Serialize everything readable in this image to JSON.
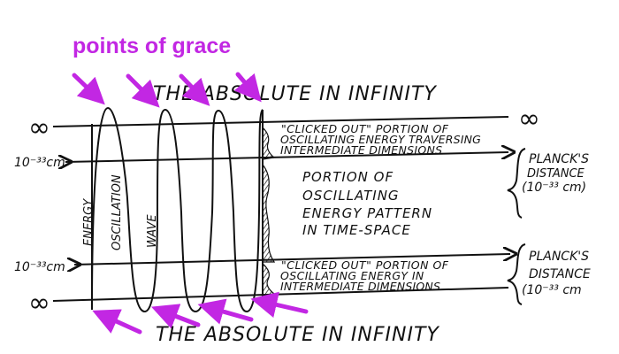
{
  "heading": "points of grace",
  "title_top": "THE ABSOLUTE IN INFINITY",
  "title_bottom": "THE ABSOLUTE IN INFINITY",
  "infinity_symbol": "∞",
  "left_distance_label": "10⁻³³cm",
  "vertical_labels": {
    "energy": "ENERGY",
    "oscillation": "OSCILLATION",
    "wave": "WAVE"
  },
  "top_block_lines": [
    "\"CLICKED OUT\" PORTION OF",
    "OSCILLATING ENERGY TRAVERSING",
    "INTERMEDIATE DIMENSIONS"
  ],
  "middle_block_lines": [
    "PORTION OF",
    "OSCILLATING",
    "ENERGY PATTERN",
    "IN TIME-SPACE"
  ],
  "bottom_block_lines": [
    "\"CLICKED OUT\" PORTION OF",
    "OSCILLATING ENERGY IN",
    "INTERMEDIATE DIMENSIONS"
  ],
  "planck_top_lines": [
    "PLANCK'S",
    "DISTANCE",
    "(10⁻³³ cm)"
  ],
  "planck_bottom_lines": [
    "PLANCK'S",
    "DISTANCE",
    "(10⁻³³ cm"
  ],
  "colors": {
    "accent": "#c227e3",
    "ink": "#111111"
  }
}
